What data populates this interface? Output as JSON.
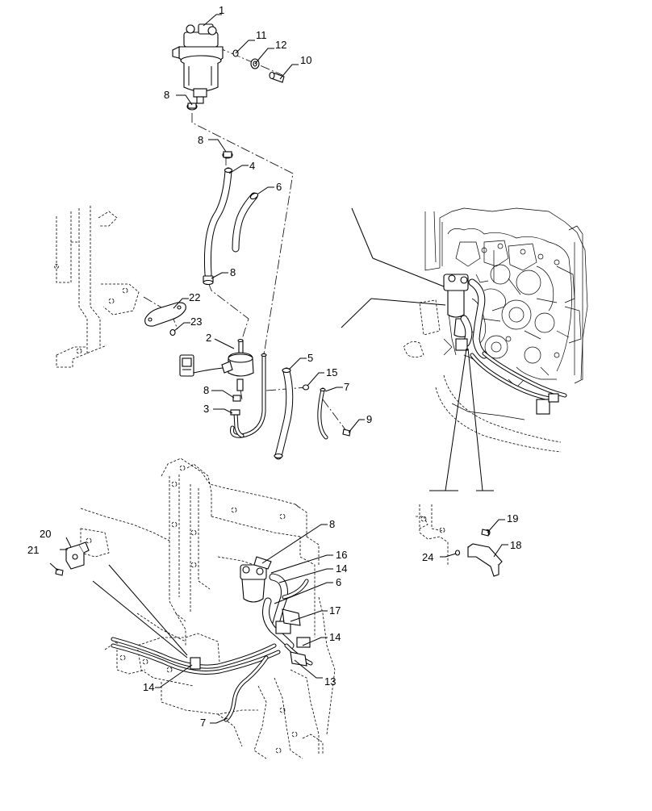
{
  "callouts": [
    {
      "id": "c1",
      "label": "1"
    },
    {
      "id": "c11",
      "label": "11"
    },
    {
      "id": "c12",
      "label": "12"
    },
    {
      "id": "c10",
      "label": "10"
    },
    {
      "id": "c8a",
      "label": "8"
    },
    {
      "id": "c8b",
      "label": "8"
    },
    {
      "id": "c4",
      "label": "4"
    },
    {
      "id": "c6a",
      "label": "6"
    },
    {
      "id": "c8c",
      "label": "8"
    },
    {
      "id": "c22",
      "label": "22"
    },
    {
      "id": "c23",
      "label": "23"
    },
    {
      "id": "c2",
      "label": "2"
    },
    {
      "id": "c5",
      "label": "5"
    },
    {
      "id": "c15",
      "label": "15"
    },
    {
      "id": "c7a",
      "label": "7"
    },
    {
      "id": "c8d",
      "label": "8"
    },
    {
      "id": "c3",
      "label": "3"
    },
    {
      "id": "c9",
      "label": "9"
    },
    {
      "id": "c8e",
      "label": "8"
    },
    {
      "id": "c16",
      "label": "16"
    },
    {
      "id": "c14a",
      "label": "14"
    },
    {
      "id": "c6b",
      "label": "6"
    },
    {
      "id": "c17",
      "label": "17"
    },
    {
      "id": "c14b",
      "label": "14"
    },
    {
      "id": "c13",
      "label": "13"
    },
    {
      "id": "c14c",
      "label": "14"
    },
    {
      "id": "c7b",
      "label": "7"
    },
    {
      "id": "c20",
      "label": "20"
    },
    {
      "id": "c21",
      "label": "21"
    },
    {
      "id": "c19",
      "label": "19"
    },
    {
      "id": "c18",
      "label": "18"
    },
    {
      "id": "c24",
      "label": "24"
    }
  ]
}
